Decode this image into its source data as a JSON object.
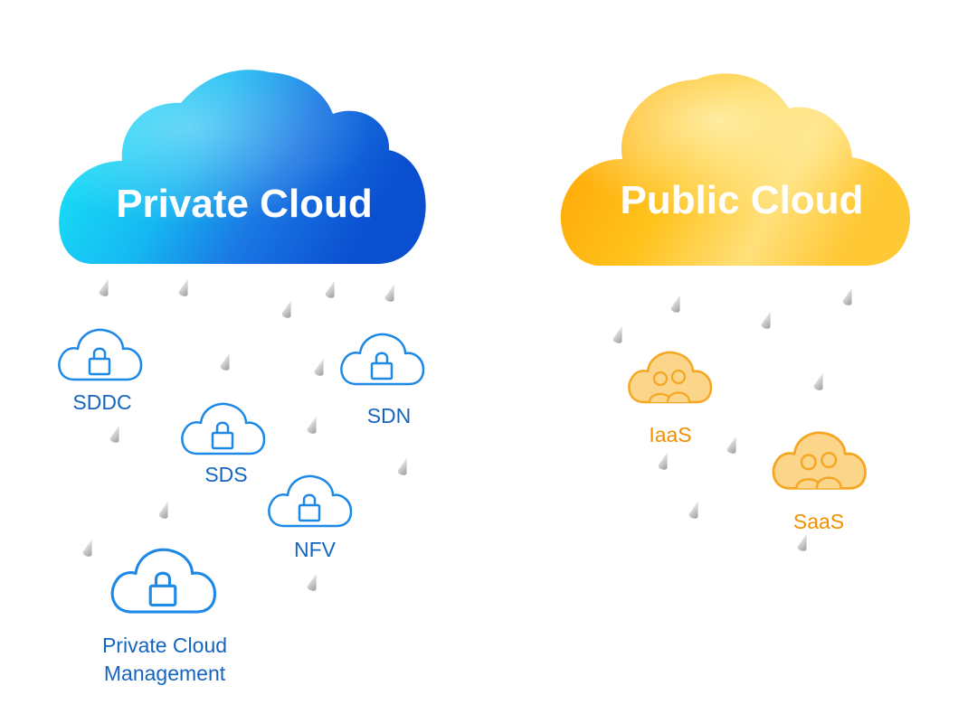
{
  "private_cloud": {
    "title": "Private Cloud",
    "color": "#1e88e5",
    "items": [
      {
        "label": "SDDC"
      },
      {
        "label": "SDS"
      },
      {
        "label": "SDN"
      },
      {
        "label": "NFV"
      },
      {
        "label_line1": "Private Cloud",
        "label_line2": "Management"
      }
    ],
    "icon": "cloud-lock-icon"
  },
  "public_cloud": {
    "title": "Public Cloud",
    "color": "#f5a623",
    "items": [
      {
        "label": "IaaS"
      },
      {
        "label": "SaaS"
      }
    ],
    "icon": "cloud-users-icon"
  }
}
